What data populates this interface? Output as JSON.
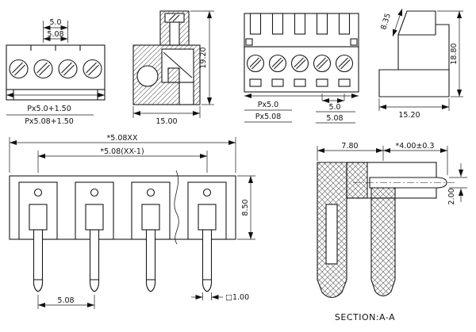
{
  "drawing": {
    "background": "#ffffff",
    "line_color": "#1a1a1a"
  },
  "views": {
    "block_front": {
      "pitch_dim_1": "5.0",
      "pitch_dim_2": "5.08",
      "width_formula_1": "Px5.0+1.50",
      "width_formula_2": "Px5.08+1.50"
    },
    "block_side": {
      "height": "19.20",
      "depth": "15.00"
    },
    "plug_front": {
      "pitch_dim_1": "5.0",
      "pitch_dim_2": "5.08",
      "width_formula_1": "Px5.0",
      "width_formula_2": "Px5.08"
    },
    "plug_side": {
      "latch": "8.35",
      "height": "18.80",
      "depth": "15.20"
    },
    "header_front": {
      "total_width": "*5.08XX",
      "span_width": "*5.08(XX-1)",
      "body_height": "8.50",
      "pitch": "5.08",
      "pin_square": "□1.00"
    },
    "header_section": {
      "depth": "7.80",
      "pin_length": "*4.00±0.3",
      "pin_dia": "2.00",
      "caption": "SECTION:A-A"
    }
  }
}
